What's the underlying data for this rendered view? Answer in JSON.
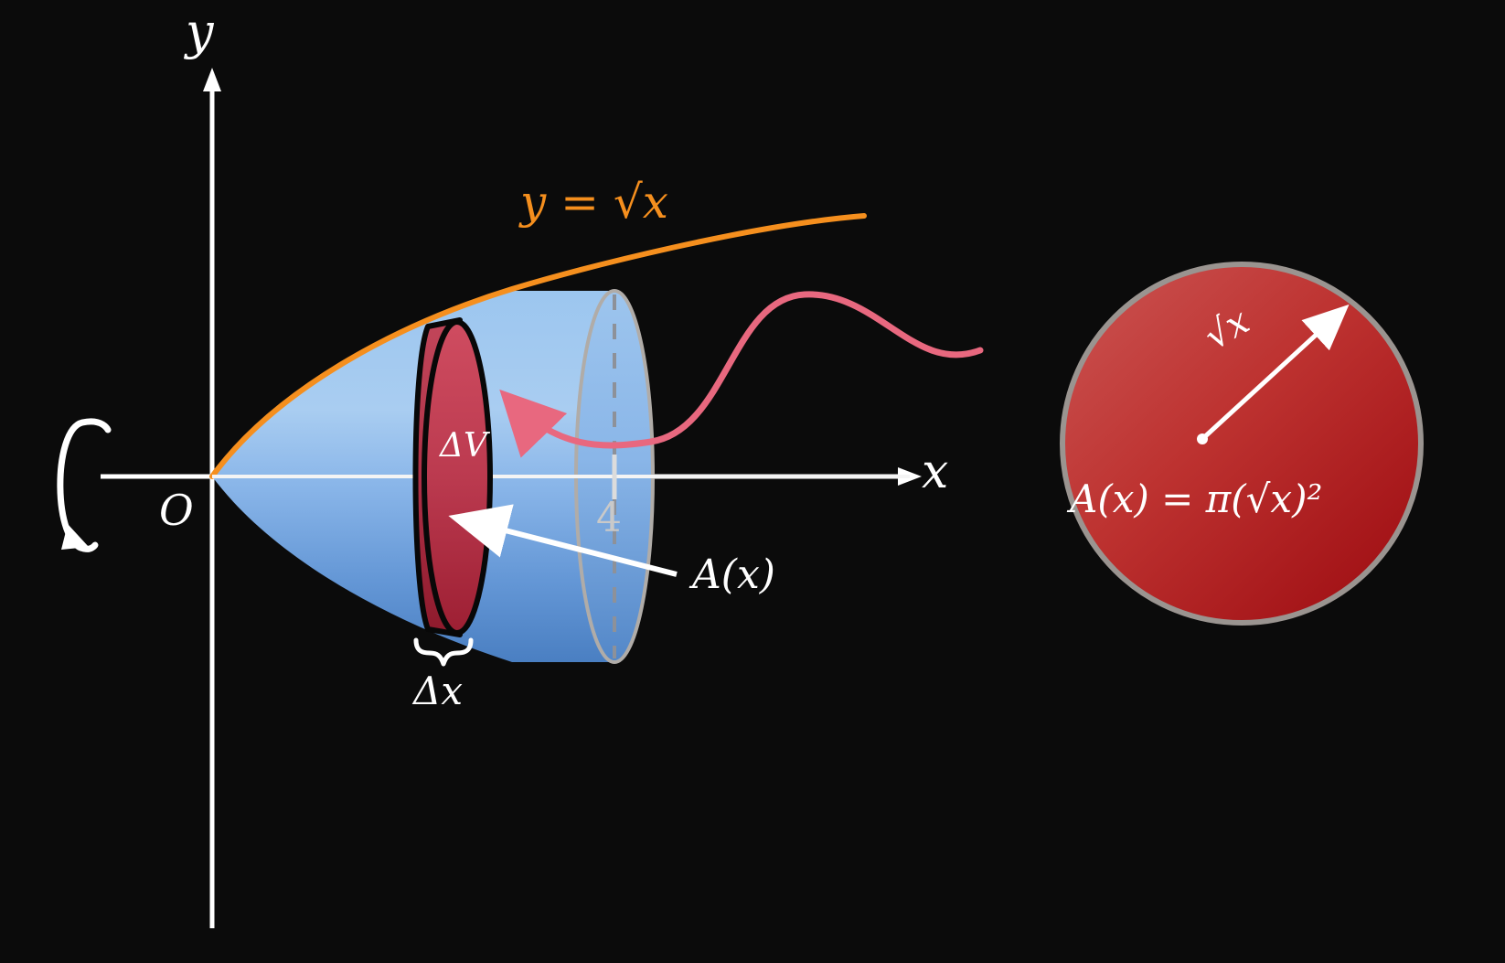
{
  "figure": {
    "title": "Volume of revolution by disk method",
    "background_color": "#0b0b0b"
  },
  "axes": {
    "x_label": "x",
    "y_label": "y",
    "origin_label": "O",
    "x_tick_value": "4",
    "axis_color": "#ffffff"
  },
  "curve": {
    "equation_label": "y = √x",
    "equation_lhs": "y",
    "equation_eq": "=",
    "equation_radicand": "x",
    "color": "#f58f1e"
  },
  "solid": {
    "name": "paraboloid-of-revolution",
    "fill_light": "#a9cdf1",
    "fill_mid": "#7fb0e6",
    "fill_dark": "#4d82c4",
    "outline_color": "#b3b3b3",
    "rotation_hint": "rotation-arrow"
  },
  "disk": {
    "label": "ΔV",
    "thickness_label": "Δx",
    "fill_top": "#cf4a5d",
    "fill_bottom": "#9e1f33",
    "outline_color": "#0a0a0a"
  },
  "annotations": {
    "area_label": "A(x)",
    "area_arrow_color": "#ffffff",
    "connector_color": "#e8687f"
  },
  "cross_section": {
    "shape": "circle",
    "fill_light": "#c84a4a",
    "fill_dark": "#a50f13",
    "outline_color": "#9a9490",
    "radius_label": "√x",
    "radius_radicand": "x",
    "area_formula": "A(x) = π(√x)²",
    "formula_lhs": "A(x)",
    "formula_eq": "=",
    "formula_pi": "π",
    "formula_radicand": "x",
    "formula_exponent": "2"
  },
  "chart_data": {
    "type": "line",
    "title": "Volume of revolution of y = sqrt(x) about the x-axis",
    "xlabel": "x",
    "ylabel": "y",
    "series": [
      {
        "name": "y = sqrt(x)",
        "x": [
          0,
          0.5,
          1,
          1.5,
          2,
          2.5,
          3,
          3.5,
          4,
          5,
          6
        ],
        "values": [
          0,
          0.707,
          1,
          1.225,
          1.414,
          1.581,
          1.732,
          1.871,
          2,
          2.236,
          2.449
        ]
      }
    ],
    "xlim": [
      0,
      6
    ],
    "ylim": [
      0,
      3
    ],
    "grid": false,
    "annotations": [
      {
        "text": "4",
        "type": "x-tick",
        "x": 4
      },
      {
        "text": "ΔV",
        "type": "disk-slice-label"
      },
      {
        "text": "Δx",
        "type": "slice-thickness"
      },
      {
        "text": "A(x)",
        "type": "cross-section-area"
      },
      {
        "text": "A(x) = π(√x)²",
        "type": "area-formula"
      },
      {
        "text": "√x",
        "type": "radius"
      },
      {
        "text": "O",
        "type": "origin"
      }
    ]
  }
}
